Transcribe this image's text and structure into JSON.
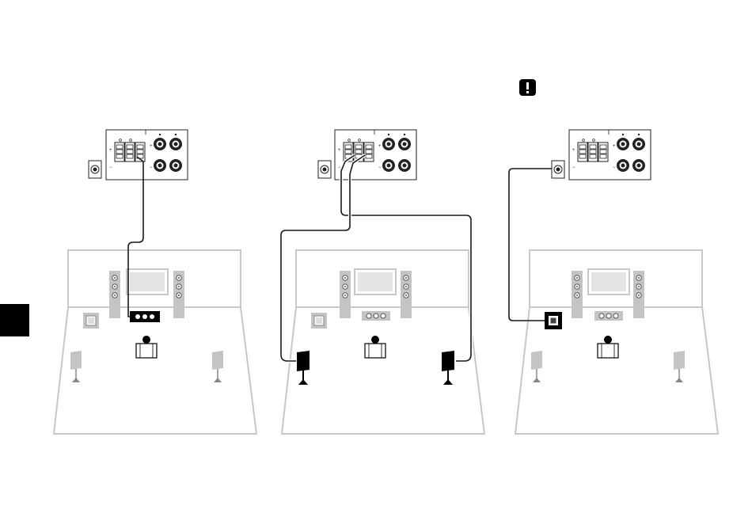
{
  "page": {
    "side_tab_color": "#000000",
    "warning_icon": "exclamation-warning-icon"
  },
  "panels": [
    {
      "id": "front-speakers-wiring",
      "highlighted_speakers": [
        "center"
      ]
    },
    {
      "id": "surround-speakers-wiring",
      "highlighted_speakers": [
        "surround-left",
        "surround-right"
      ]
    },
    {
      "id": "subwoofer-wiring",
      "highlighted_speakers": [
        "subwoofer"
      ]
    }
  ],
  "colors": {
    "room_outline": "#c8c8c8",
    "speaker_gray": "#c4c4c4",
    "highlight_black": "#000000",
    "cable": "#1a1a1a"
  }
}
